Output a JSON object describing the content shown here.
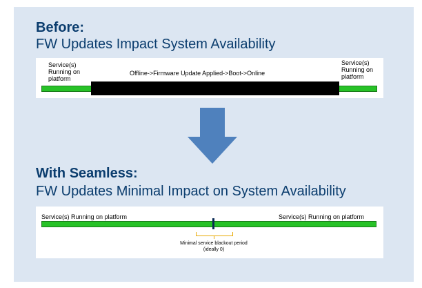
{
  "before": {
    "title": "Before:",
    "subtitle": "FW Updates Impact System Availability",
    "left_label": [
      "Service(s)",
      "Running on",
      "platform"
    ],
    "right_label": [
      "Service(s)",
      "Running on",
      "platform"
    ],
    "bar_label": "Offline->Firmware Update Applied->Boot->Online"
  },
  "arrow": {
    "icon": "down-arrow-icon",
    "color": "#4f81bd"
  },
  "after": {
    "title": "With Seamless:",
    "subtitle": "FW Updates Minimal Impact on System Availability",
    "left_label": "Service(s) Running on platform",
    "right_label": "Service(s) Running on platform",
    "note": [
      "Minimal service blackout period",
      "(ideally 0)"
    ]
  },
  "colors": {
    "background": "#dce6f2",
    "heading": "#0b3d6e",
    "running": "#27c227",
    "offline": "#000000",
    "marker": "#0b2a55",
    "bracket": "#e8a800"
  }
}
